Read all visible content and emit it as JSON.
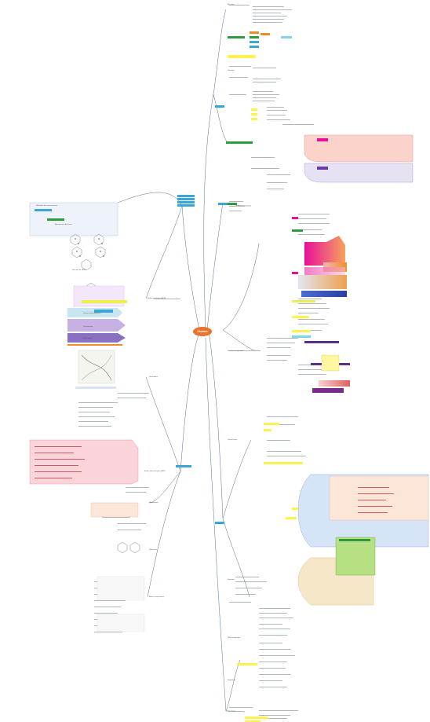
{
  "center": {
    "label": "Glucides"
  },
  "colors": {
    "center": "#e8732c",
    "main_topic": "#39a7d6",
    "branch_line": "#5b6f85",
    "green": "#2e9c3a",
    "yellow": "#fff24d",
    "orange": "#f08a24",
    "magenta": "#e8109a",
    "purple": "#6b3aa8",
    "peach_panel": "#fbe6d7",
    "lavender_panel": "#e6e1f3",
    "blue_panel": "#d6e4f7",
    "green_panel": "#e5f2d2"
  },
  "left": {
    "top_labels": [
      "Méthodes de reconnaissance"
    ],
    "dna_panel": {
      "heading": "Structure de l'ADN",
      "note": "Appariement des bases"
    },
    "steps": [
      "Liaisons phosphodiester",
      "Désoxyribose",
      "Base azotée"
    ],
    "branches": [
      "Acides nucléiques (ADN)",
      "Nucléotides",
      "Acides ribonucléiques (ARN)",
      "Métabolisme",
      "Réplication",
      "Autres composantes"
    ]
  },
  "right": {
    "branches": [
      "Structure",
      "Définition",
      "Fonction des glucides",
      "Classification",
      "Digestion",
      "Rôle énergétique",
      "Régulation",
      "Conclusion"
    ]
  }
}
